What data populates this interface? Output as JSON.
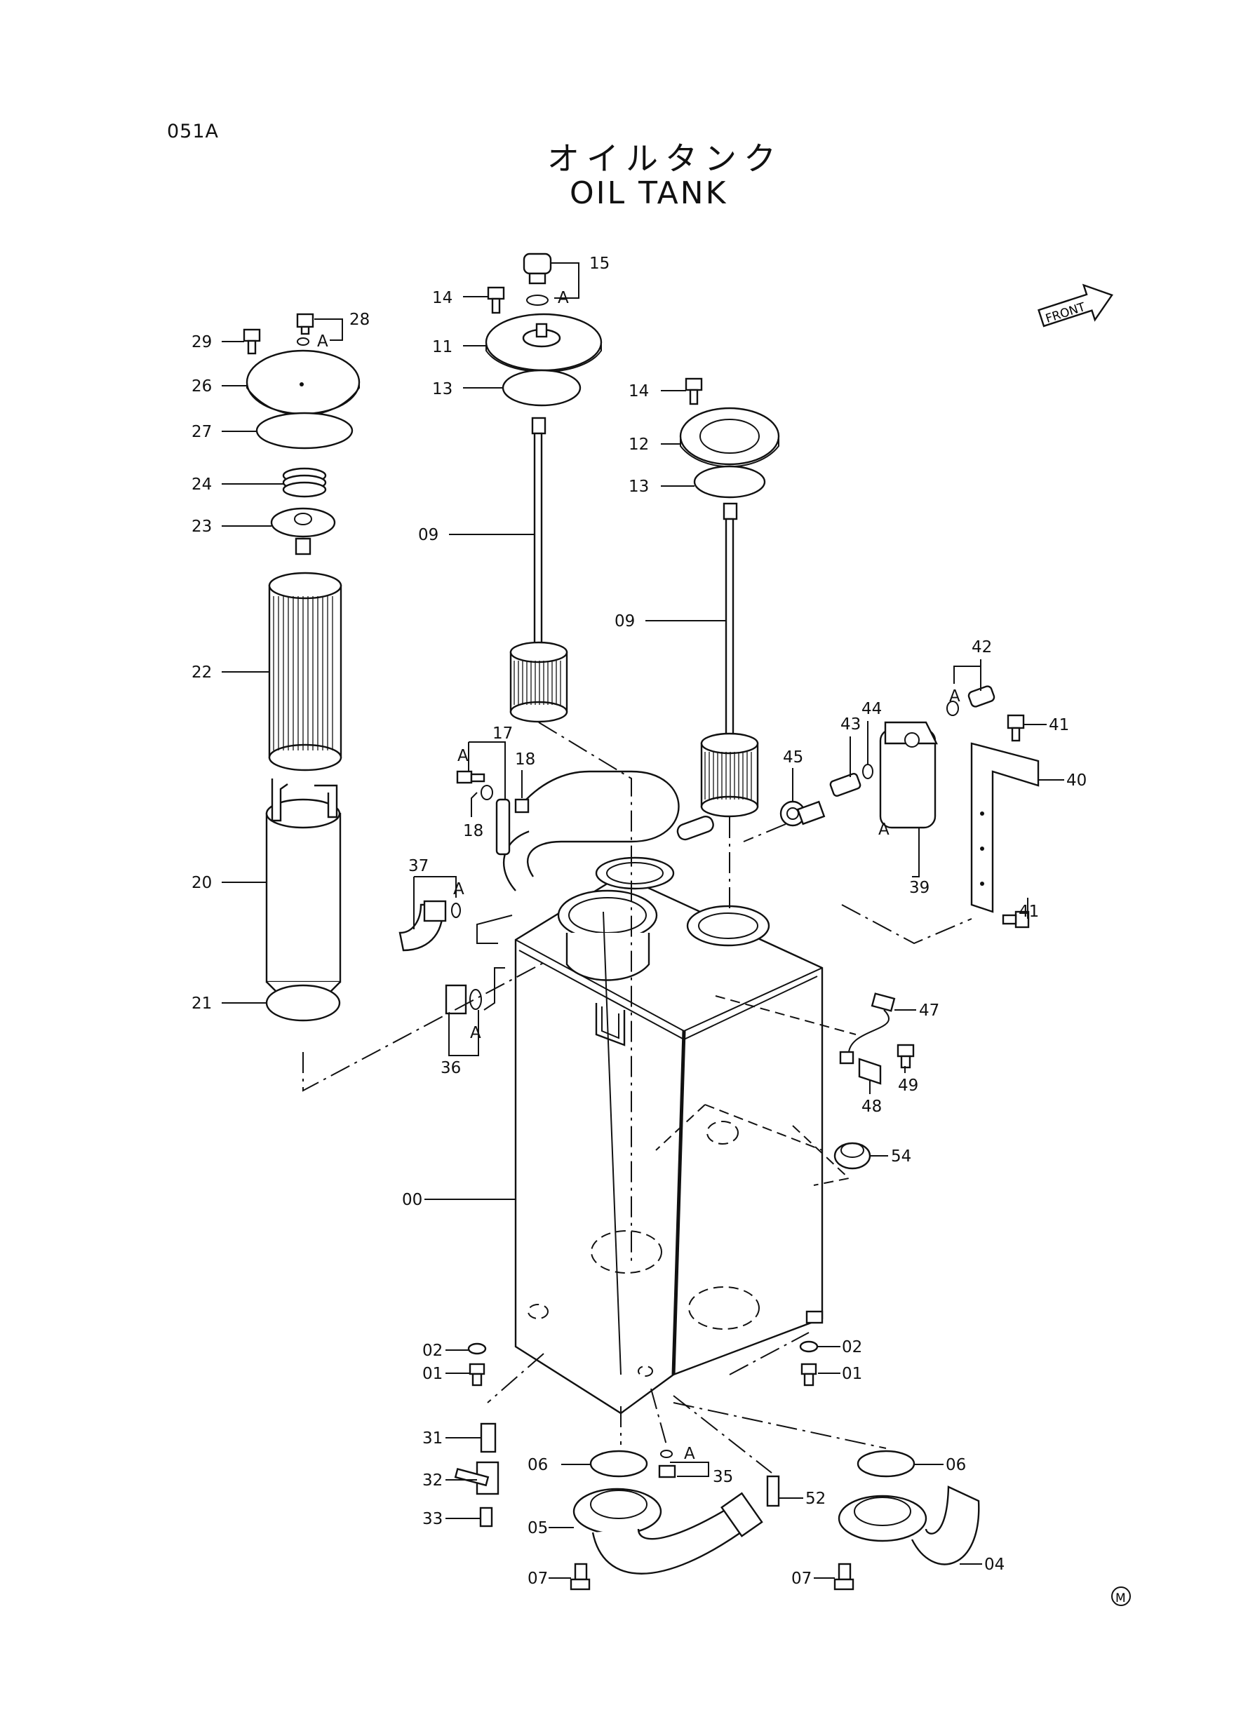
{
  "page": {
    "code": "051A",
    "title_jp": "オイルタンク",
    "title_en": "OIL TANK",
    "front_label": "FRONT",
    "mark": "M"
  },
  "icons": [
    "front-arrow-icon",
    "maker-mark-icon"
  ],
  "callouts": [
    {
      "key": "c15",
      "number": "15"
    },
    {
      "key": "c15a",
      "number": "A"
    },
    {
      "key": "c14a",
      "number": "14"
    },
    {
      "key": "c11",
      "number": "11"
    },
    {
      "key": "c13a",
      "number": "13"
    },
    {
      "key": "c28",
      "number": "28"
    },
    {
      "key": "c28a",
      "number": "A"
    },
    {
      "key": "c29",
      "number": "29"
    },
    {
      "key": "c26",
      "number": "26"
    },
    {
      "key": "c27",
      "number": "27"
    },
    {
      "key": "c24",
      "number": "24"
    },
    {
      "key": "c23",
      "number": "23"
    },
    {
      "key": "c22",
      "number": "22"
    },
    {
      "key": "c20",
      "number": "20"
    },
    {
      "key": "c21",
      "number": "21"
    },
    {
      "key": "c14b",
      "number": "14"
    },
    {
      "key": "c12",
      "number": "12"
    },
    {
      "key": "c13b",
      "number": "13"
    },
    {
      "key": "c09a",
      "number": "09"
    },
    {
      "key": "c09b",
      "number": "09"
    },
    {
      "key": "c42",
      "number": "42"
    },
    {
      "key": "c42a",
      "number": "A"
    },
    {
      "key": "c41a",
      "number": "41"
    },
    {
      "key": "c43",
      "number": "43"
    },
    {
      "key": "c44",
      "number": "44"
    },
    {
      "key": "c45",
      "number": "45"
    },
    {
      "key": "c40",
      "number": "40"
    },
    {
      "key": "c39a",
      "number": "A"
    },
    {
      "key": "c39",
      "number": "39"
    },
    {
      "key": "c41b",
      "number": "41"
    },
    {
      "key": "c17",
      "number": "17"
    },
    {
      "key": "c17a",
      "number": "A"
    },
    {
      "key": "c18a",
      "number": "18"
    },
    {
      "key": "c18b",
      "number": "18"
    },
    {
      "key": "c37",
      "number": "37"
    },
    {
      "key": "c37a",
      "number": "A"
    },
    {
      "key": "c36a",
      "number": "A"
    },
    {
      "key": "c36",
      "number": "36"
    },
    {
      "key": "c47",
      "number": "47"
    },
    {
      "key": "c48",
      "number": "48"
    },
    {
      "key": "c49",
      "number": "49"
    },
    {
      "key": "c54",
      "number": "54"
    },
    {
      "key": "c00",
      "number": "00"
    },
    {
      "key": "c02a",
      "number": "02"
    },
    {
      "key": "c01a",
      "number": "01"
    },
    {
      "key": "c02b",
      "number": "02"
    },
    {
      "key": "c01b",
      "number": "01"
    },
    {
      "key": "c31",
      "number": "31"
    },
    {
      "key": "c32",
      "number": "32"
    },
    {
      "key": "c33",
      "number": "33"
    },
    {
      "key": "c06a",
      "number": "06"
    },
    {
      "key": "c35a",
      "number": "A"
    },
    {
      "key": "c35",
      "number": "35"
    },
    {
      "key": "c52",
      "number": "52"
    },
    {
      "key": "c06b",
      "number": "06"
    },
    {
      "key": "c05",
      "number": "05"
    },
    {
      "key": "c07a",
      "number": "07"
    },
    {
      "key": "c07b",
      "number": "07"
    },
    {
      "key": "c04",
      "number": "04"
    }
  ]
}
